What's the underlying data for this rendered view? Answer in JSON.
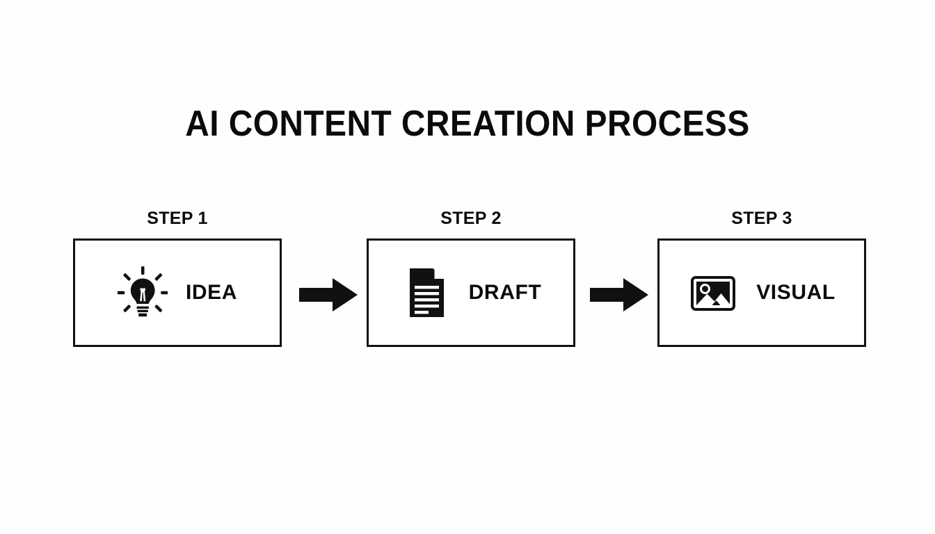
{
  "slide": {
    "title": "AI CONTENT CREATION PROCESS",
    "background_color": "#fdfefe",
    "ink_color": "#111111"
  },
  "flow": {
    "steps": [
      {
        "label": "STEP 1",
        "text": "IDEA",
        "icon": "lightbulb-icon"
      },
      {
        "label": "STEP 2",
        "text": "DRAFT",
        "icon": "document-icon"
      },
      {
        "label": "STEP 3",
        "text": "VISUAL",
        "icon": "image-icon"
      }
    ],
    "connectors": [
      {
        "icon": "arrow-right-icon"
      },
      {
        "icon": "arrow-right-icon"
      }
    ]
  }
}
